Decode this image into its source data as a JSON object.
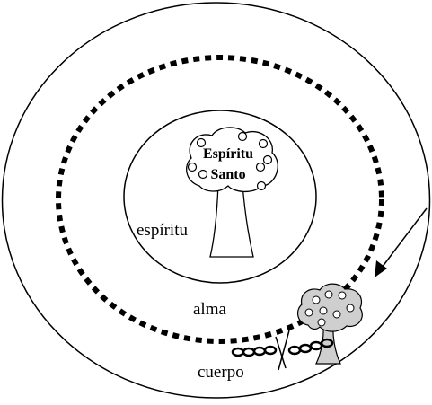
{
  "labels": {
    "holy_spirit_line1": "Espíritu",
    "holy_spirit_line2": "Santo",
    "spirit": "espíritu",
    "soul": "alma",
    "body": "cuerpo"
  },
  "colors": {
    "stroke": "#000000",
    "background": "#ffffff",
    "small_tree_fill": "#cfcfcf"
  }
}
